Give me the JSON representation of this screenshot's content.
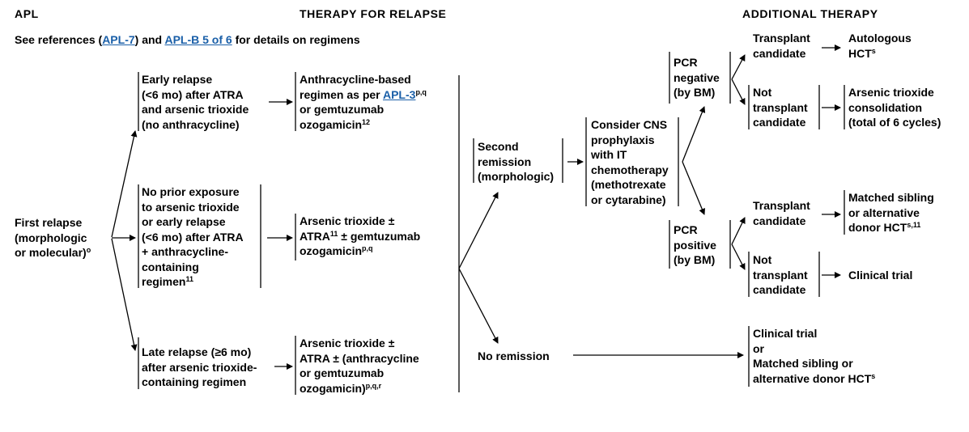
{
  "headers": {
    "left": "APL",
    "middle": "THERAPY FOR RELAPSE",
    "right": "ADDITIONAL THERAPY"
  },
  "references": {
    "prefix": "See references (",
    "link1": "APL-7",
    "mid": ") and ",
    "link2": "APL-B 5 of 6",
    "suffix": " for details on regimens"
  },
  "first_relapse": {
    "line1": "First relapse",
    "line2": "(morphologic",
    "line3": "or molecular)",
    "sup": "o"
  },
  "early_relapse": [
    "Early relapse",
    "(<6 mo) after ATRA",
    "and arsenic trioxide",
    "(no anthracycline)"
  ],
  "no_prior": {
    "lines": [
      "No prior exposure",
      "to arsenic trioxide",
      "or early relapse",
      "(<6 mo) after ATRA",
      "+ anthracycline-",
      "containing"
    ],
    "last": "regimen",
    "sup": "11"
  },
  "late_relapse": [
    "Late relapse (≥6 mo)",
    "after arsenic trioxide-",
    "containing regimen"
  ],
  "anthracycline_regimen": {
    "line1": "Anthracycline-based",
    "line2_prefix": "regimen as per ",
    "line2_link": "APL-3",
    "line2_sup": "p,q",
    "line3": "or gemtuzumab",
    "line4": "ozogamicin",
    "line4_sup": "12"
  },
  "ato_atra_go": {
    "line1": "Arsenic trioxide ±",
    "line2_a": "ATRA",
    "line2_sup": "11",
    "line2_b": " ± gemtuzumab",
    "line3": "ozogamicin",
    "line3_sup": "p,q"
  },
  "ato_atra_anthra": {
    "line1": "Arsenic trioxide ±",
    "line2": "ATRA ± (anthracycline",
    "line3": "or gemtuzumab",
    "line4": "ozogamicin)",
    "line4_sup": "p,q,r"
  },
  "second_remission": [
    "Second",
    "remission",
    "(morphologic)"
  ],
  "no_remission": "No remission",
  "cns": [
    "Consider CNS",
    "prophylaxis",
    "with IT",
    "chemotherapy",
    "(methotrexate",
    "or cytarabine)"
  ],
  "pcr_negative": [
    "PCR",
    "negative",
    "(by BM)"
  ],
  "pcr_positive": [
    "PCR",
    "positive",
    "(by BM)"
  ],
  "transplant_candidate_1": [
    "Transplant",
    "candidate"
  ],
  "not_transplant_1": [
    "Not",
    "transplant",
    "candidate"
  ],
  "transplant_candidate_2": [
    "Transplant",
    "candidate"
  ],
  "not_transplant_2": [
    "Not",
    "transplant",
    "candidate"
  ],
  "autologous": {
    "line1": "Autologous",
    "line2": "HCT",
    "sup": "s"
  },
  "ato_consolidation": [
    "Arsenic trioxide",
    "consolidation",
    "(total of 6 cycles)"
  ],
  "matched_sibling": {
    "line1": "Matched sibling",
    "line2": "or alternative",
    "line3": "donor HCT",
    "sup": "s,11"
  },
  "clinical_trial": "Clinical trial",
  "no_remission_result": {
    "line1": "Clinical trial",
    "line2": "or",
    "line3": "Matched sibling or",
    "line4": "alternative donor HCT",
    "sup": "s"
  }
}
